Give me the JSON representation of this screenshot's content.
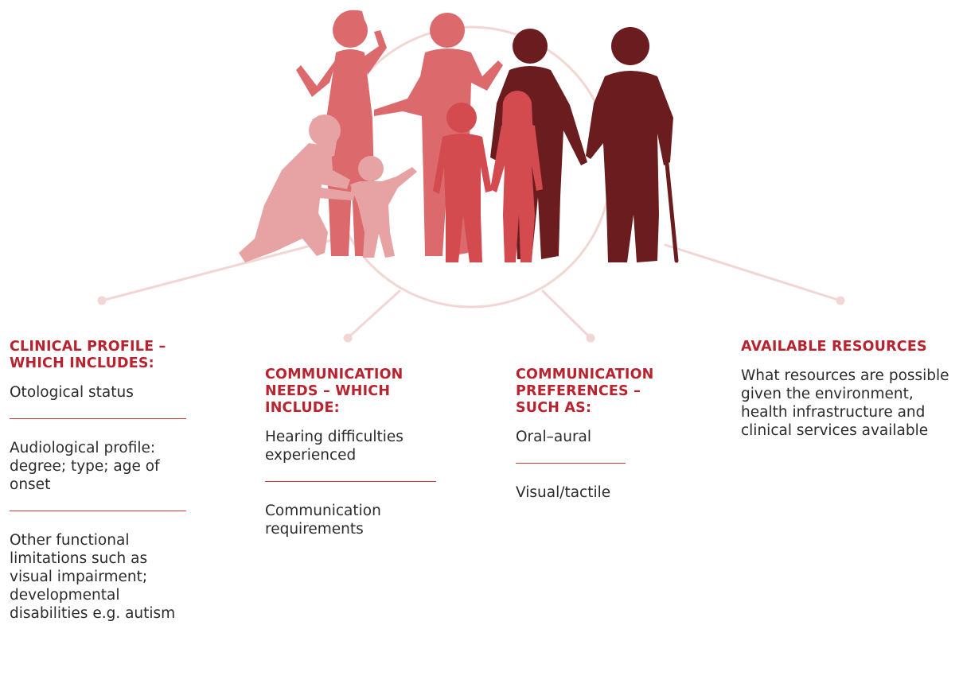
{
  "colors": {
    "accent": "#b8232f",
    "connector": "#f2d6d4",
    "figure_light": "#e7a3a3",
    "figure_medium": "#dc6a6d",
    "figure_red": "#d34a4f",
    "figure_dark": "#6b1c1f"
  },
  "illustration": {
    "icon": "group-of-people-silhouette-icon"
  },
  "columns": {
    "clinical": {
      "heading": "CLINICAL PROFILE – WHICH INCLUDES:",
      "items": [
        "Otological status",
        "Audiological profile: degree; type; age of onset",
        "Other functional limitations such as visual impairment; developmental disabilities e.g. autism"
      ]
    },
    "needs": {
      "heading": "COMMUNICATION NEEDS – WHICH INCLUDE:",
      "items": [
        "Hearing difficulties experienced",
        "Communication requirements"
      ]
    },
    "preferences": {
      "heading": "COMMUNICATION PREFERENCES – SUCH AS:",
      "items": [
        "Oral–aural",
        "Visual/tactile"
      ]
    },
    "resources": {
      "heading": "AVAILABLE RESOURCES",
      "items": [
        "What resources are possible given the environment, health infrastructure and clinical services available"
      ]
    }
  }
}
